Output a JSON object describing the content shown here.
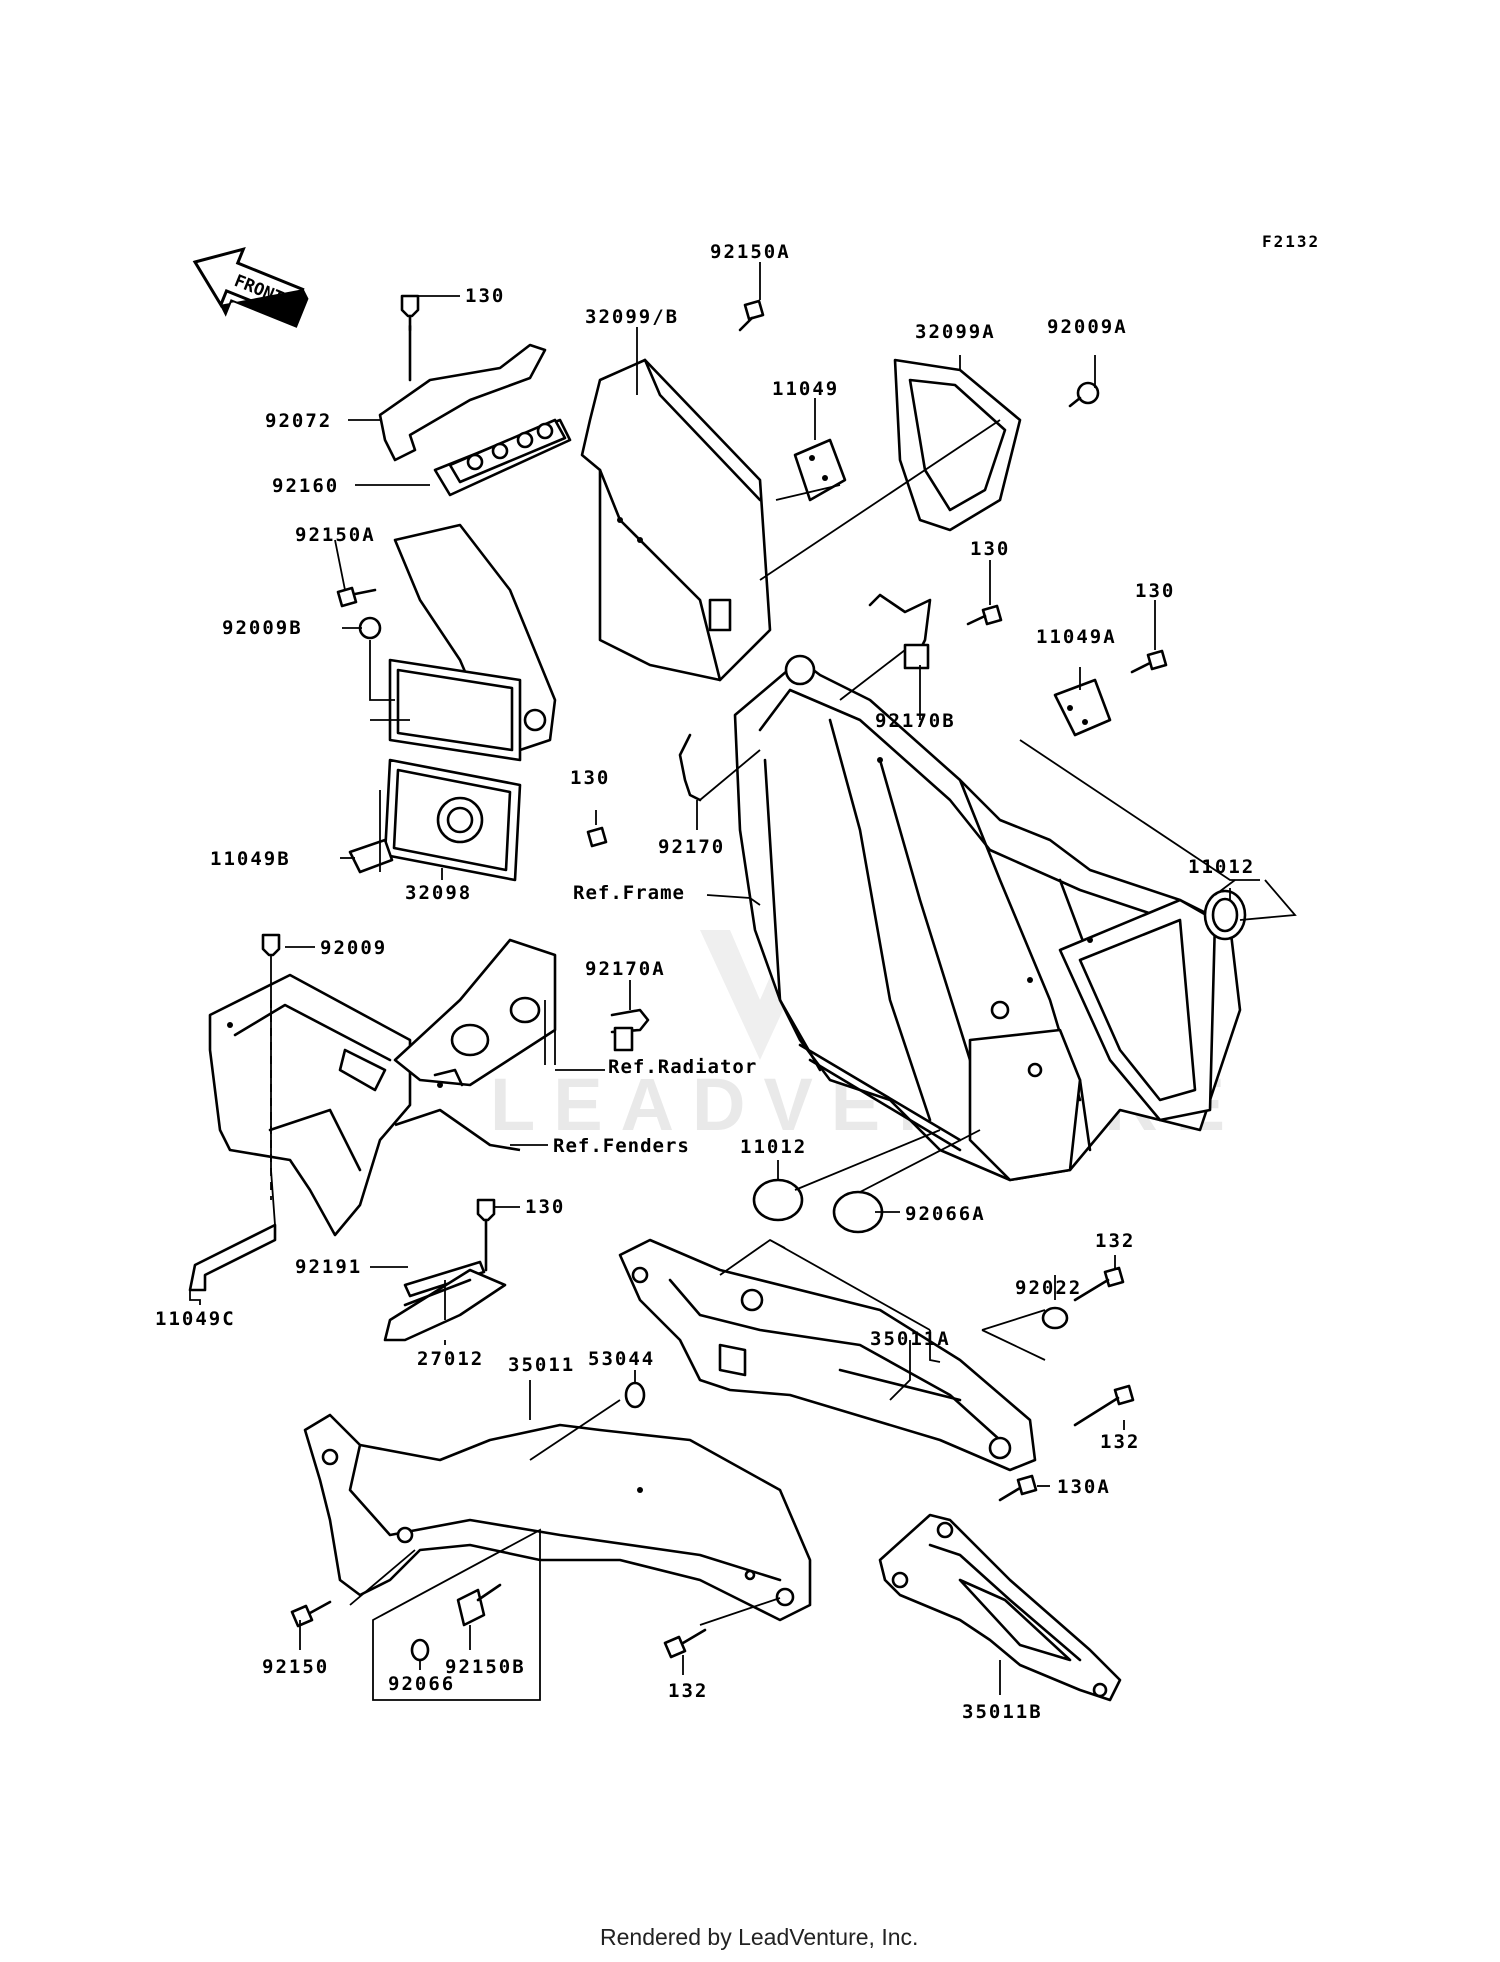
{
  "diagram": {
    "code": "F2132",
    "front_arrow": "FRONT",
    "footer": "Rendered by LeadVenture, Inc.",
    "watermark": "LEADVENTURE",
    "parts": [
      {
        "id": "p130_top",
        "label": "130"
      },
      {
        "id": "p92072",
        "label": "92072"
      },
      {
        "id": "p92160",
        "label": "92160"
      },
      {
        "id": "p92150A_a",
        "label": "92150A"
      },
      {
        "id": "p92009B",
        "label": "92009B"
      },
      {
        "id": "p11049B",
        "label": "11049B"
      },
      {
        "id": "p32098",
        "label": "32098"
      },
      {
        "id": "p32099B",
        "label": "32099/B"
      },
      {
        "id": "p92150A_b",
        "label": "92150A"
      },
      {
        "id": "p11049",
        "label": "11049"
      },
      {
        "id": "p32099A",
        "label": "32099A"
      },
      {
        "id": "p92009A",
        "label": "92009A"
      },
      {
        "id": "p130_b",
        "label": "130"
      },
      {
        "id": "p130_c",
        "label": "130"
      },
      {
        "id": "p11049A",
        "label": "11049A"
      },
      {
        "id": "p92170B",
        "label": "92170B"
      },
      {
        "id": "p130_d",
        "label": "130"
      },
      {
        "id": "p92170",
        "label": "92170"
      },
      {
        "id": "p11012_a",
        "label": "11012"
      },
      {
        "id": "p92009",
        "label": "92009"
      },
      {
        "id": "p92170A",
        "label": "92170A"
      },
      {
        "id": "p11012_b",
        "label": "11012"
      },
      {
        "id": "p92066A",
        "label": "92066A"
      },
      {
        "id": "p130_e",
        "label": "130"
      },
      {
        "id": "p132_a",
        "label": "132"
      },
      {
        "id": "p92022",
        "label": "92022"
      },
      {
        "id": "p92191",
        "label": "92191"
      },
      {
        "id": "p11049C",
        "label": "11049C"
      },
      {
        "id": "p27012",
        "label": "27012"
      },
      {
        "id": "p35011A",
        "label": "35011A"
      },
      {
        "id": "p35011",
        "label": "35011"
      },
      {
        "id": "p53044",
        "label": "53044"
      },
      {
        "id": "p132_b",
        "label": "132"
      },
      {
        "id": "p130A",
        "label": "130A"
      },
      {
        "id": "p92150",
        "label": "92150"
      },
      {
        "id": "p92150B",
        "label": "92150B"
      },
      {
        "id": "p92066",
        "label": "92066"
      },
      {
        "id": "p132_c",
        "label": "132"
      },
      {
        "id": "p35011B",
        "label": "35011B"
      }
    ],
    "references": {
      "frame": "Ref.Frame",
      "radiator": "Ref.Radiator",
      "fenders": "Ref.Fenders"
    }
  }
}
